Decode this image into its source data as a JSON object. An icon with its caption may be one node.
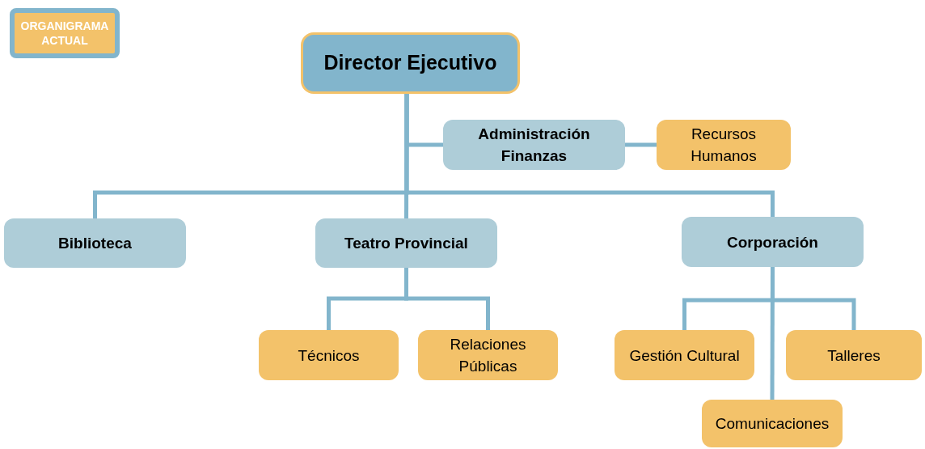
{
  "diagram": {
    "nodes": [
      {
        "text": [
          "ORGANIGRAMA ACTUAL"
        ]
      },
      {
        "text": [
          "Director Ejecutivo"
        ]
      },
      {
        "text": [
          "Administración Finanzas"
        ]
      },
      {
        "text": [
          "Recursos Humanos"
        ]
      },
      {
        "text": [
          "Biblioteca"
        ]
      },
      {
        "text": [
          "Teatro Provincial"
        ]
      },
      {
        "text": [
          "Corporación"
        ]
      },
      {
        "text": [
          "Técnicos"
        ]
      },
      {
        "text": [
          "Relaciones Públicas"
        ]
      },
      {
        "text": [
          "Gestión Cultural"
        ]
      },
      {
        "text": [
          "Talleres"
        ]
      },
      {
        "text": [
          "Comunicaciones"
        ]
      }
    ],
    "edges": [
      {
        "from": 1,
        "to": 2,
        "arrow": "none"
      },
      {
        "from": 2,
        "to": 3,
        "arrow": "none"
      },
      {
        "from": 1,
        "to": 4,
        "arrow": "none"
      },
      {
        "from": 1,
        "to": 5,
        "arrow": "none"
      },
      {
        "from": 1,
        "to": 6,
        "arrow": "none"
      },
      {
        "from": 5,
        "to": 7,
        "arrow": "none"
      },
      {
        "from": 5,
        "to": 8,
        "arrow": "none"
      },
      {
        "from": 6,
        "to": 9,
        "arrow": "none"
      },
      {
        "from": 6,
        "to": 10,
        "arrow": "none"
      },
      {
        "from": 6,
        "to": 11,
        "arrow": "none"
      }
    ]
  }
}
